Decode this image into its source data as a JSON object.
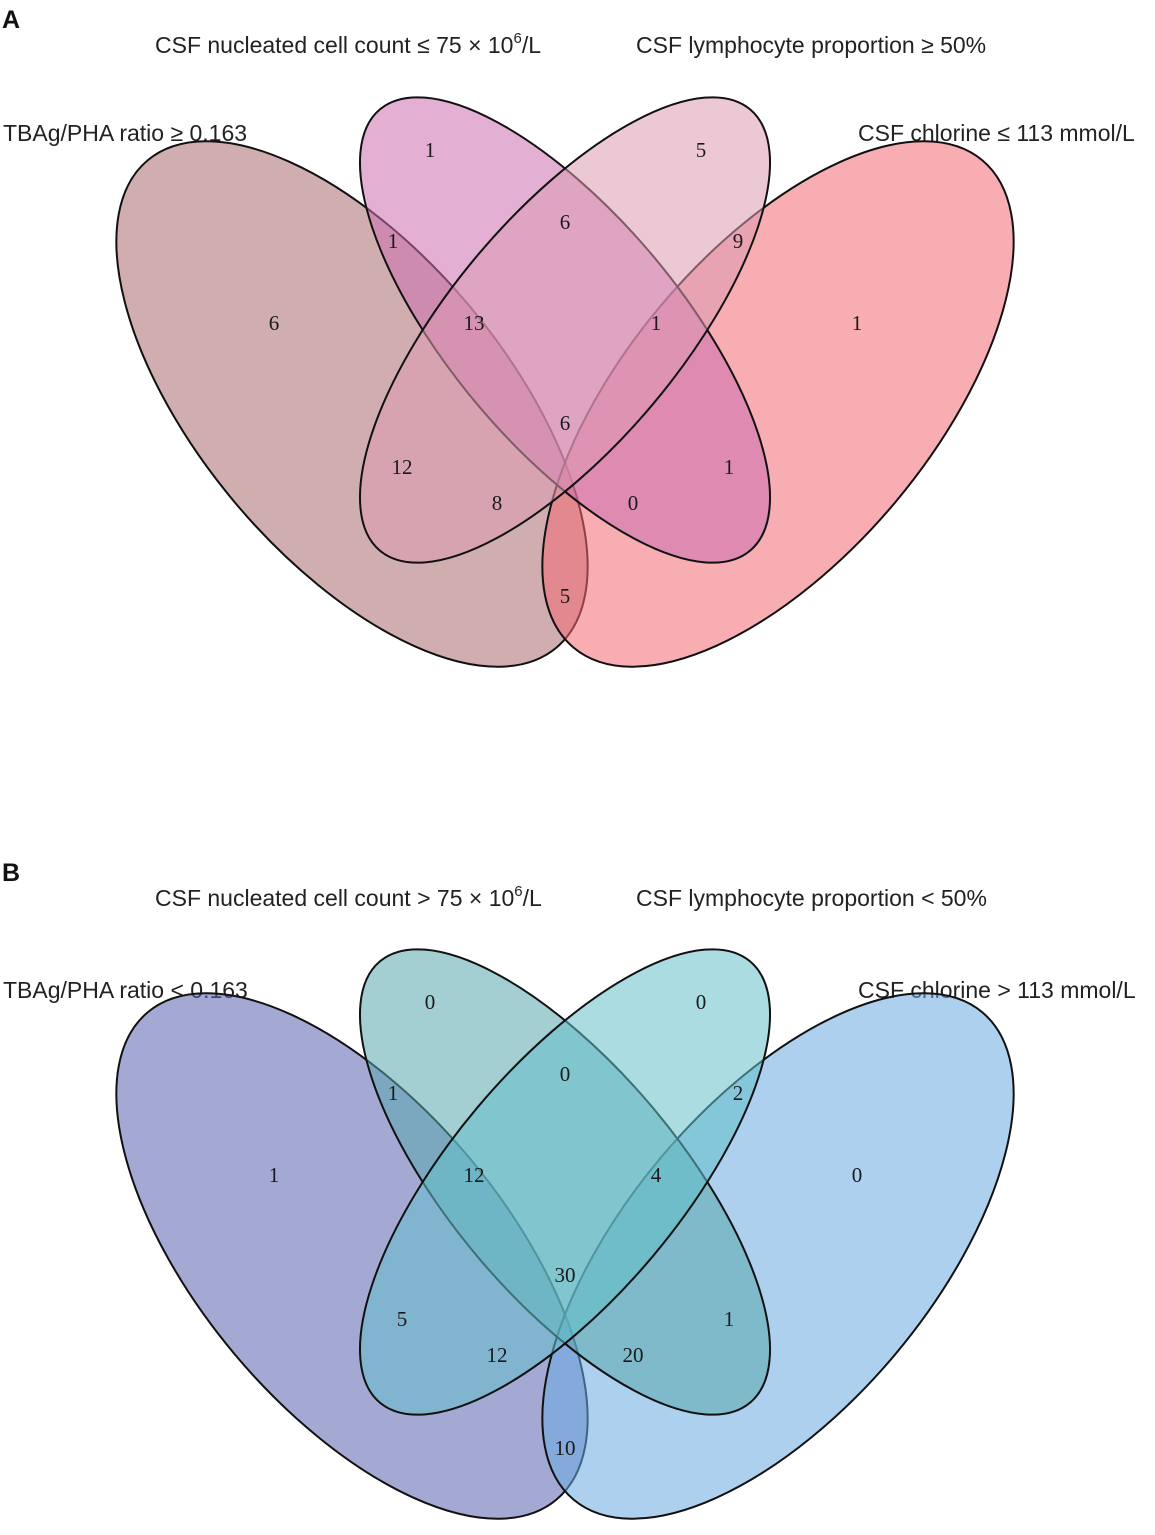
{
  "panels": [
    {
      "letter": "A",
      "sets": [
        {
          "label": "TBAg/PHA ratio ≥ 0.163",
          "color": "#a96a6e"
        },
        {
          "label_prefix": "CSF nucleated cell count ≤ 75 × 10",
          "label_sup": "6",
          "label_suffix": "/L",
          "color": "#cc6fb0"
        },
        {
          "label": "CSF lymphocyte proportion ≥ 50%",
          "color": "#dc9ab2"
        },
        {
          "label": "CSF chlorine ≤ 113 mmol/L",
          "color": "#f06a72"
        }
      ],
      "counts": {
        "only_1": "6",
        "only_2": "1",
        "only_3": "5",
        "only_4": "1",
        "s12": "1",
        "s23": "6",
        "s34": "9",
        "s123": "13",
        "s234": "1",
        "s1234": "6",
        "s13": "12",
        "s24": "1",
        "s134": "8",
        "s124": "0",
        "s14": "5"
      }
    },
    {
      "letter": "B",
      "sets": [
        {
          "label": "TBAg/PHA ratio < 0.163",
          "color": "#5a63b0"
        },
        {
          "label_prefix": "CSF nucleated cell count > 75 × 10",
          "label_sup": "6",
          "label_suffix": "/L",
          "color": "#5aa8ad"
        },
        {
          "label": "CSF lymphocyte proportion < 50%",
          "color": "#64c0ca"
        },
        {
          "label": "CSF chlorine > 113 mmol/L",
          "color": "#6aaae0"
        }
      ],
      "counts": {
        "only_1": "1",
        "only_2": "0",
        "only_3": "0",
        "only_4": "0",
        "s12": "1",
        "s23": "0",
        "s34": "2",
        "s123": "12",
        "s234": "4",
        "s1234": "30",
        "s13": "5",
        "s24": "1",
        "s134": "12",
        "s124": "20",
        "s14": "10"
      }
    }
  ]
}
